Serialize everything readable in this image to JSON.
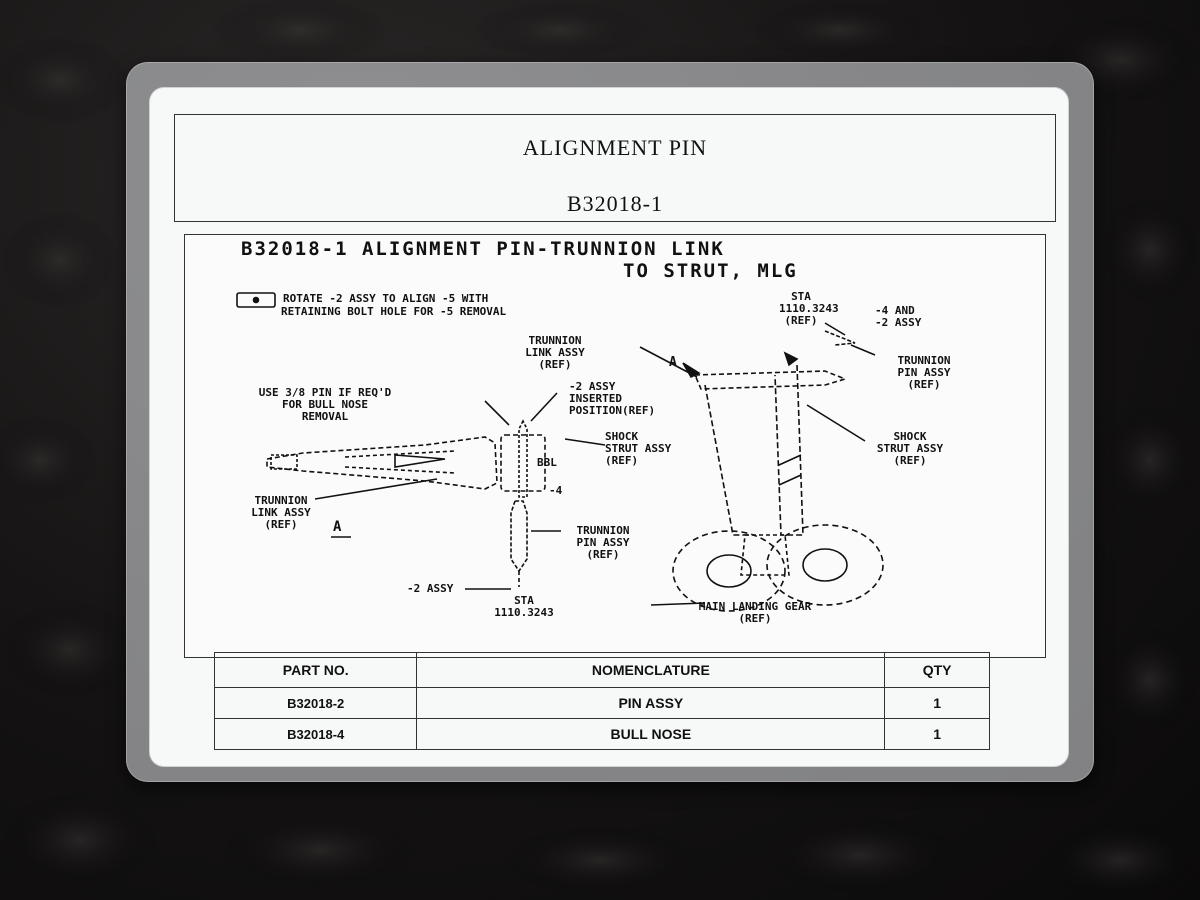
{
  "header": {
    "title": "ALIGNMENT PIN",
    "part_number": "B32018-1"
  },
  "drawing": {
    "title_line1": "B32018-1  ALIGNMENT PIN-TRUNNION LINK",
    "title_line2": "TO STRUT, MLG",
    "note_line1": "ROTATE -2 ASSY TO ALIGN -5 WITH",
    "note_line2": "RETAINING BOLT HOLE FOR -5 REMOVAL",
    "callouts": {
      "sta_top": "STA",
      "sta_top_value": "1110.3243",
      "sta_top_ref": "(REF)",
      "assy_4_2_a": "-4 AND",
      "assy_4_2_b": "-2 ASSY",
      "trunnion_link_top_a": "TRUNNION",
      "trunnion_link_top_b": "LINK ASSY",
      "trunnion_link_top_c": "(REF)",
      "trunnion_pin_right_a": "TRUNNION",
      "trunnion_pin_right_b": "PIN ASSY",
      "trunnion_pin_right_c": "(REF)",
      "use_pin_a": "USE 3/8 PIN IF REQ'D",
      "use_pin_b": "FOR BULL NOSE",
      "use_pin_c": "REMOVAL",
      "inserted_a": "-2 ASSY",
      "inserted_b": "INSERTED",
      "inserted_c": "POSITION(REF)",
      "shock_mid_a": "SHOCK",
      "shock_mid_b": "STRUT ASSY",
      "shock_mid_c": "(REF)",
      "bbl": "BBL",
      "dash4": "-4",
      "shock_right_a": "SHOCK",
      "shock_right_b": "STRUT ASSY",
      "shock_right_c": "(REF)",
      "trunnion_link_left_a": "TRUNNION",
      "trunnion_link_left_b": "LINK ASSY",
      "trunnion_link_left_c": "(REF)",
      "view_a": "A",
      "view_a_top": "A",
      "trunnion_pin_lower_a": "TRUNNION",
      "trunnion_pin_lower_b": "PIN ASSY",
      "trunnion_pin_lower_c": "(REF)",
      "assy2_lower": "-2 ASSY",
      "sta_bottom": "STA",
      "sta_bottom_value": "1110.3243",
      "mlg_a": "MAIN LANDING GEAR",
      "mlg_b": "(REF)"
    }
  },
  "parts_table": {
    "headers": [
      "PART NO.",
      "NOMENCLATURE",
      "QTY"
    ],
    "rows": [
      [
        "B32018-2",
        "PIN ASSY",
        "1"
      ],
      [
        "B32018-4",
        "BULL NOSE",
        "1"
      ]
    ]
  }
}
